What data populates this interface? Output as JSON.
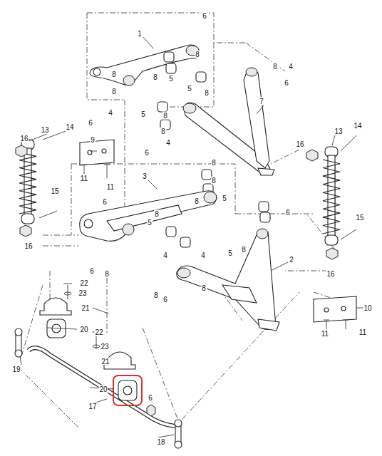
{
  "diagram": {
    "labels": [
      "6",
      "1",
      "8",
      "4",
      "8",
      "6",
      "8",
      "8",
      "5",
      "8",
      "5",
      "8",
      "4",
      "6",
      "5",
      "8",
      "7",
      "8",
      "4",
      "6",
      "14",
      "13",
      "16",
      "16",
      "13",
      "14",
      "9",
      "11",
      "11",
      "3",
      "8",
      "8",
      "15",
      "6",
      "5",
      "8",
      "15",
      "16",
      "6",
      "8",
      "5",
      "8",
      "4",
      "4",
      "5",
      "8",
      "2",
      "16",
      "6",
      "8",
      "6",
      "8",
      "10",
      "11",
      "11",
      "22",
      "23",
      "21",
      "20",
      "22",
      "23",
      "21",
      "19",
      "20",
      "6",
      "17",
      "18"
    ]
  }
}
